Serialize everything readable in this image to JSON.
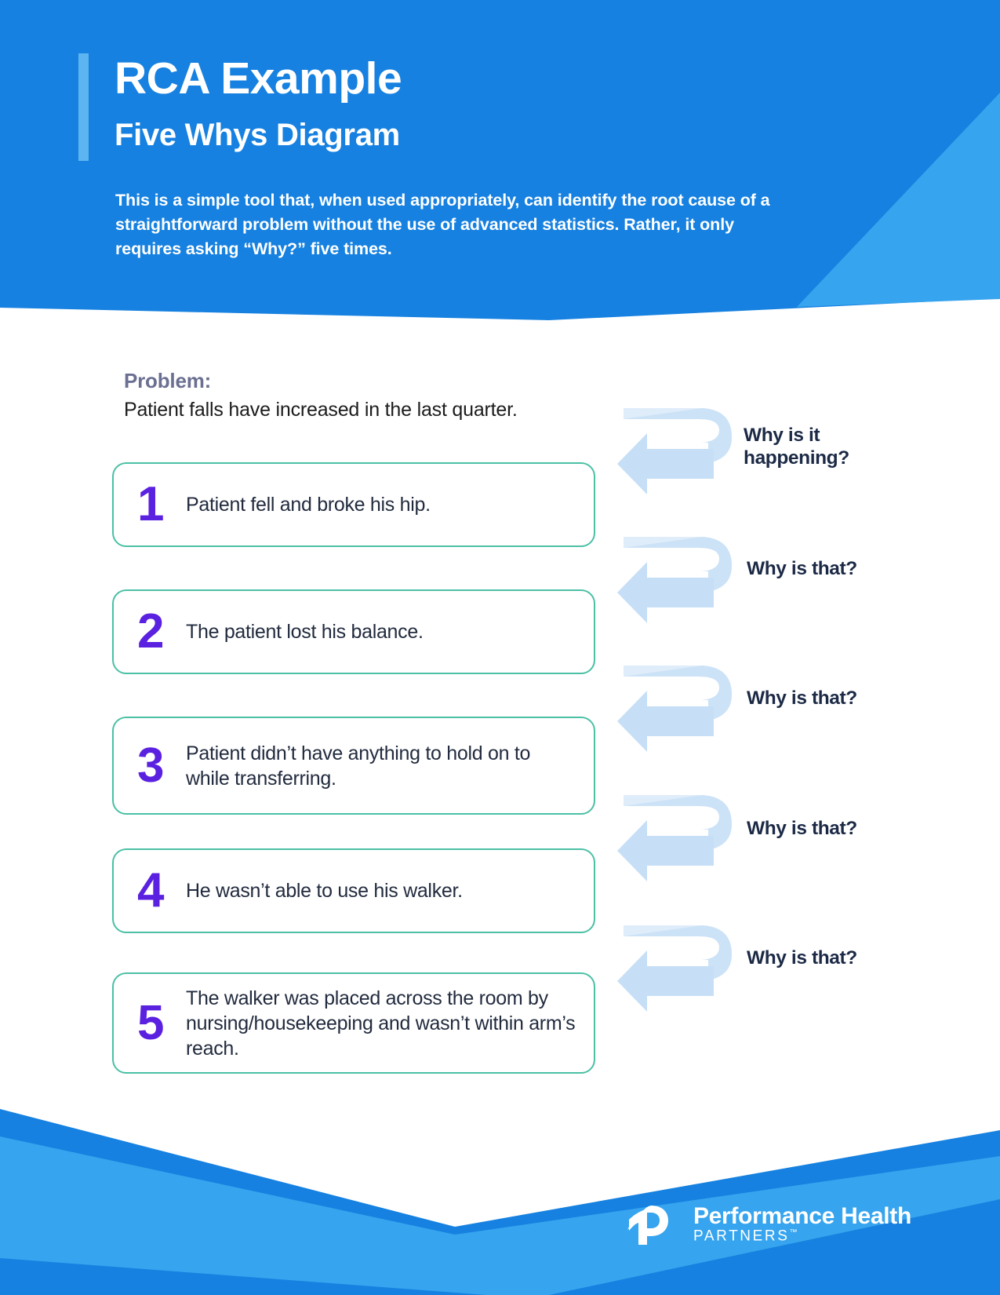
{
  "header": {
    "title": "RCA Example",
    "subtitle": "Five Whys Diagram",
    "description": "This is a simple tool that, when used appropriately, can identify the root cause of a straightforward problem without the use of advanced statistics. Rather, it only requires asking “Why?” five times.",
    "bg_color": "#1681e0",
    "accent_color": "#5cb4f0"
  },
  "problem": {
    "label": "Problem:",
    "statement": "Patient falls have increased in the last quarter.",
    "label_color": "#6b6f91"
  },
  "steps": [
    {
      "number": "1",
      "text": "Patient fell and broke his hip."
    },
    {
      "number": "2",
      "text": "The patient lost his balance."
    },
    {
      "number": "3",
      "text": "Patient didn’t have anything to hold on to while transferring."
    },
    {
      "number": "4",
      "text": "He wasn’t able to use his walker."
    },
    {
      "number": "5",
      "text": "The walker was placed across the room by nursing/housekeeping and wasn’t within arm’s reach."
    }
  ],
  "why_labels": [
    {
      "line1": "Why is it",
      "line2": "happening?"
    },
    {
      "line1": "Why is that?",
      "line2": ""
    },
    {
      "line1": "Why is that?",
      "line2": ""
    },
    {
      "line1": "Why is that?",
      "line2": ""
    },
    {
      "line1": "Why is that?",
      "line2": ""
    }
  ],
  "colors": {
    "box_border": "#4bc0a5",
    "step_number": "#5b21e0",
    "arrow": "#c6dff6",
    "arrow_light": "#dfecfa",
    "text_dark": "#222b3e"
  },
  "footer": {
    "logo_name": "Performance Health",
    "logo_partners": "PARTNERS",
    "trademark": "™"
  }
}
